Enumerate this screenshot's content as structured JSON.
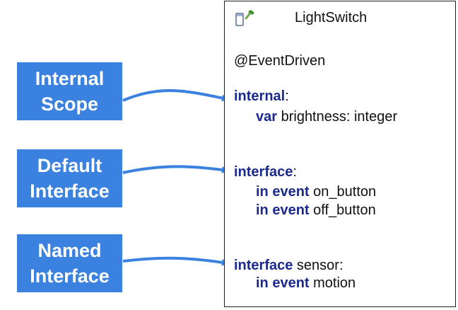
{
  "labels": {
    "internal_scope": {
      "line1": "Internal",
      "line2": "Scope"
    },
    "default_interface": {
      "line1": "Default",
      "line2": "Interface"
    },
    "named_interface": {
      "line1": "Named",
      "line2": "Interface"
    }
  },
  "panel": {
    "icon": "statechart-icon",
    "title": "LightSwitch",
    "annotation": "@EventDriven",
    "internal_block": {
      "keyword": "internal",
      "colon": ":",
      "var_keyword": "var",
      "var_decl": " brightness: integer"
    },
    "default_interface_block": {
      "keyword": "interface",
      "colon": ":",
      "events": [
        {
          "in_kw": "in",
          "event_kw": "event",
          "name": " on_button"
        },
        {
          "in_kw": "in",
          "event_kw": "event",
          "name": " off_button"
        }
      ]
    },
    "named_interface_block": {
      "keyword": "interface",
      "rest": " sensor:",
      "events": [
        {
          "in_kw": "in",
          "event_kw": "event",
          "name": " motion"
        }
      ]
    }
  },
  "colors": {
    "label_bg": "#3b82e0",
    "label_text": "#ffffff",
    "arrow": "#3b82e0",
    "keyword": "#1b2a8c",
    "code_text": "#111111",
    "panel_border": "#222222"
  }
}
